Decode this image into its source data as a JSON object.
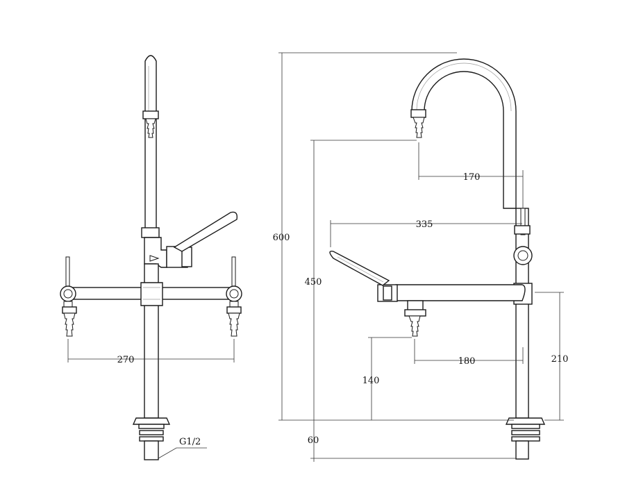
{
  "front_view": {
    "dimensions": {
      "overall_width": "270"
    },
    "thread_label": "G1/2"
  },
  "side_view": {
    "dimensions": {
      "total_height": "600",
      "outlet_height": "450",
      "gooseneck_reach": "170",
      "lever_reach": "335",
      "side_outlet_reach": "180",
      "side_outlet_height": "140",
      "side_arm_height": "210",
      "shank_length": "60"
    }
  },
  "colors": {
    "line": "#1a1a1a",
    "dimension_line": "#333333",
    "background": "#ffffff"
  }
}
